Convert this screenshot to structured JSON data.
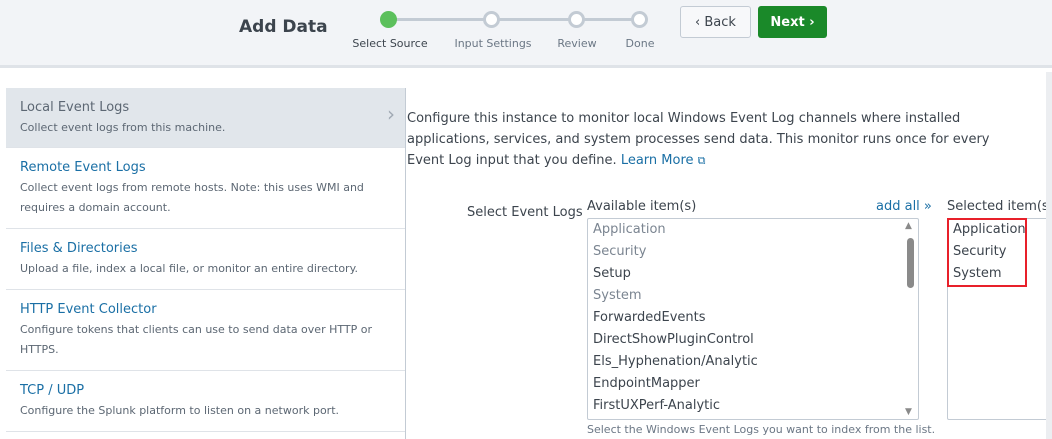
{
  "header": {
    "title": "Add Data",
    "steps": [
      {
        "label": "Select Source",
        "active": true
      },
      {
        "label": "Input Settings",
        "active": false
      },
      {
        "label": "Review",
        "active": false
      },
      {
        "label": "Done",
        "active": false
      }
    ],
    "back_label": "‹ Back",
    "next_label": "Next ›",
    "next_color": "#1a8929"
  },
  "sidebar": {
    "items": [
      {
        "name": "Local Event Logs",
        "desc": "Collect event logs from this machine."
      },
      {
        "name": "Remote Event Logs",
        "desc": "Collect event logs from remote hosts. Note: this uses WMI and requires a domain account."
      },
      {
        "name": "Files & Directories",
        "desc": "Upload a file, index a local file, or monitor an entire directory."
      },
      {
        "name": "HTTP Event Collector",
        "desc": "Configure tokens that clients can use to send data over HTTP or HTTPS."
      },
      {
        "name": "TCP / UDP",
        "desc": "Configure the Splunk platform to listen on a network port."
      }
    ]
  },
  "main": {
    "description": "Configure this instance to monitor local Windows Event Log channels where installed applications, services, and system processes send data. This monitor runs once for every Event Log input that you define.",
    "learn_more": "Learn More",
    "field_label": "Select Event Logs",
    "available_label": "Available item(s)",
    "add_all": "add all »",
    "selected_label": "Selected item(s)",
    "available": [
      {
        "name": "Application",
        "selected": true
      },
      {
        "name": "Security",
        "selected": true
      },
      {
        "name": "Setup",
        "selected": false
      },
      {
        "name": "System",
        "selected": true
      },
      {
        "name": "ForwardedEvents",
        "selected": false
      },
      {
        "name": "DirectShowPluginControl",
        "selected": false
      },
      {
        "name": "Els_Hyphenation/Analytic",
        "selected": false
      },
      {
        "name": "EndpointMapper",
        "selected": false
      },
      {
        "name": "FirstUXPerf-Analytic",
        "selected": false
      }
    ],
    "selected": [
      "Application",
      "Security",
      "System"
    ],
    "hint": "Select the Windows Event Logs you want to index from the list.",
    "highlight_color": "#e8202a"
  }
}
